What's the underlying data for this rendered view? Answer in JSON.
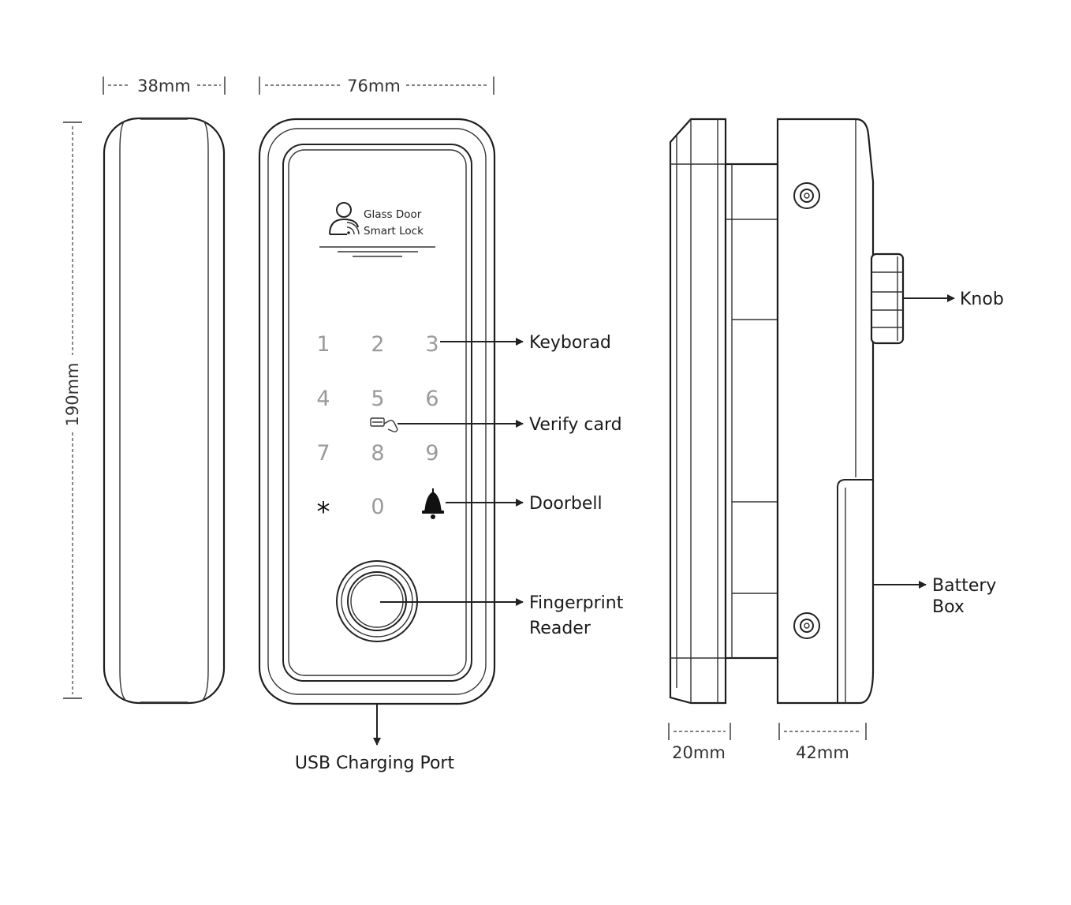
{
  "dimensions": {
    "width_side": "38mm",
    "width_front": "76mm",
    "height": "190mm",
    "depth_outer": "20mm",
    "depth_inner": "42mm"
  },
  "logo": {
    "line1": "Glass Door",
    "line2": "Smart Lock"
  },
  "keypad": {
    "keys": [
      "1",
      "2",
      "3",
      "4",
      "5",
      "6",
      "7",
      "8",
      "9",
      "*",
      "0"
    ]
  },
  "callouts": {
    "keyboard": "Keyborad",
    "verify_card": "Verify card",
    "doorbell": "Doorbell",
    "fingerprint_line1": "Fingerprint",
    "fingerprint_line2": "Reader",
    "usb": "USB Charging Port",
    "knob": "Knob",
    "battery_line1": "Battery",
    "battery_line2": "Box"
  },
  "icons": {
    "user": "user-wifi-icon",
    "card": "card-touch-icon",
    "doorbell": "bell-icon",
    "fingerprint": "fingerprint-sensor-icon"
  }
}
